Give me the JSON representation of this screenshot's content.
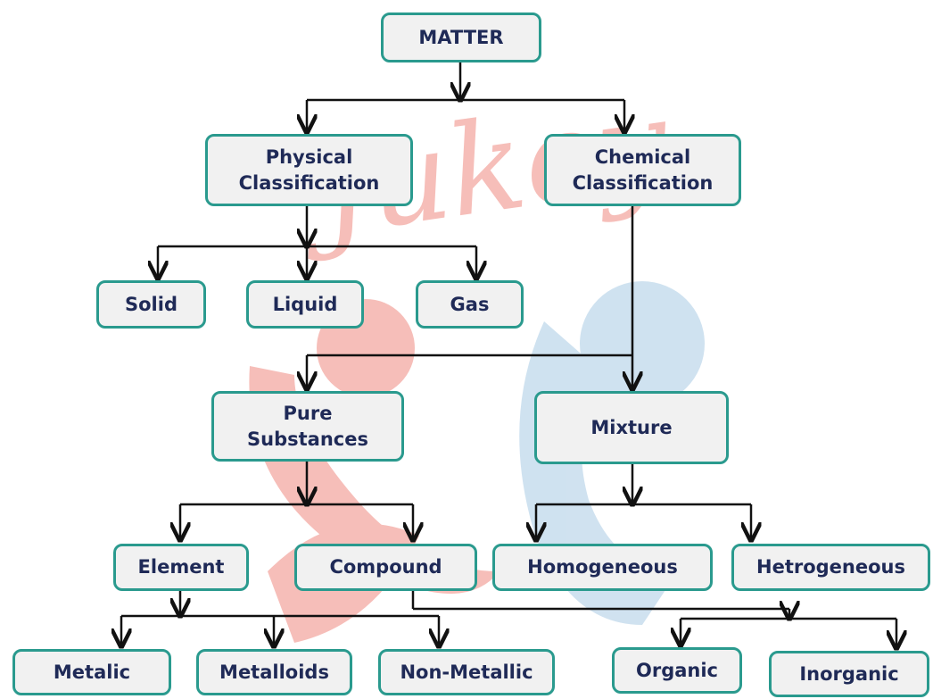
{
  "diagram": {
    "title": "MATTER",
    "nodes": {
      "matter": "MATTER",
      "physical": "Physical\nClassification",
      "chemical": "Chemical\nClassification",
      "solid": "Solid",
      "liquid": "Liquid",
      "gas": "Gas",
      "pure": "Pure\nSubstances",
      "mixture": "Mixture",
      "element": "Element",
      "compound": "Compound",
      "homogeneous": "Homogeneous",
      "hetrogeneous": "Hetrogeneous",
      "metalic": "Metalic",
      "metalloids": "Metalloids",
      "nonmetallic": "Non-Metallic",
      "organic": "Organic",
      "inorganic": "Inorganic"
    },
    "edges": [
      [
        "matter",
        "physical"
      ],
      [
        "matter",
        "chemical"
      ],
      [
        "physical",
        "solid"
      ],
      [
        "physical",
        "liquid"
      ],
      [
        "physical",
        "gas"
      ],
      [
        "chemical",
        "pure"
      ],
      [
        "chemical",
        "mixture"
      ],
      [
        "pure",
        "element"
      ],
      [
        "pure",
        "compound"
      ],
      [
        "mixture",
        "homogeneous"
      ],
      [
        "mixture",
        "hetrogeneous"
      ],
      [
        "element",
        "metalic"
      ],
      [
        "element",
        "metalloids"
      ],
      [
        "element",
        "nonmetallic"
      ],
      [
        "compound",
        "organic"
      ],
      [
        "compound",
        "inorganic"
      ]
    ],
    "colors": {
      "box_border": "#2a9a8e",
      "box_fill": "#f1f1f1",
      "text": "#1f2a57",
      "arrow": "#111111",
      "watermark_red": "#f08a80",
      "watermark_blue": "#a9cbe4"
    },
    "watermark": {
      "text": "Jukey"
    }
  }
}
